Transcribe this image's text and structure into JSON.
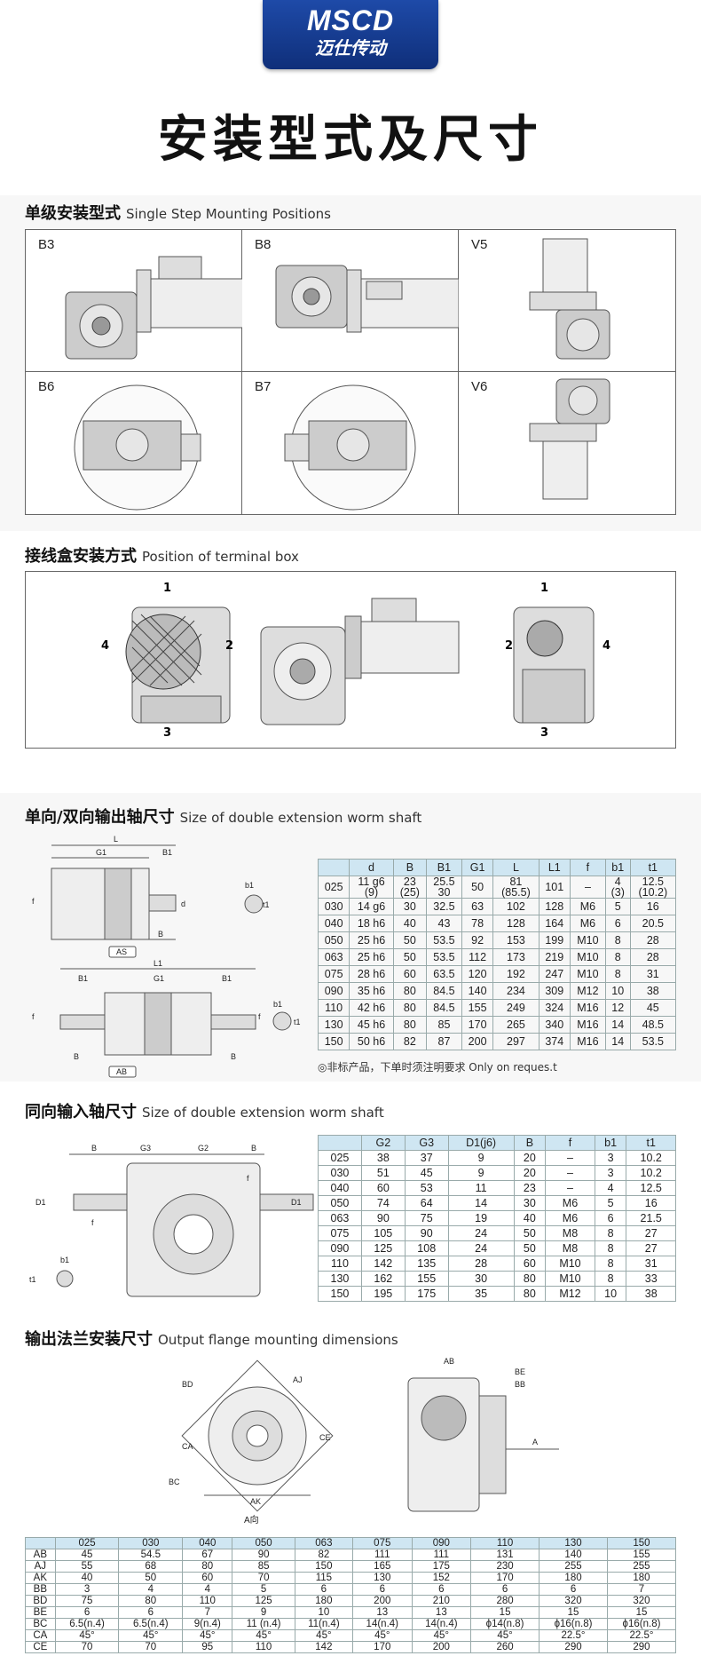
{
  "logo": {
    "en": "MSCD",
    "cn": "迈仕传动"
  },
  "title": "安装型式及尺寸",
  "sec1": {
    "cn": "单级安装型式",
    "en": "Single Step Mounting Positions",
    "cells": [
      "B3",
      "B8",
      "V5",
      "B6",
      "B7",
      "V6"
    ]
  },
  "sec2": {
    "cn": "接线盒安装方式",
    "en": "Position of terminal box",
    "left": {
      "top": "1",
      "right": "2",
      "bottom": "3",
      "left": "4"
    },
    "right": {
      "top": "1",
      "right": "4",
      "bottom": "3",
      "left": "2"
    }
  },
  "sec3": {
    "cn": "单向/双向输出轴尺寸",
    "en": "Size of double extension worm shaft",
    "headers": [
      "",
      "d",
      "B",
      "B1",
      "G1",
      "L",
      "L1",
      "f",
      "b1",
      "t1"
    ],
    "rows": [
      [
        "025",
        "11 g6\n(9)",
        "23\n(25)",
        "25.5\n30",
        "50",
        "81\n(85.5)",
        "101",
        "–",
        "4\n(3)",
        "12.5\n(10.2)"
      ],
      [
        "030",
        "14 g6",
        "30",
        "32.5",
        "63",
        "102",
        "128",
        "M6",
        "5",
        "16"
      ],
      [
        "040",
        "18 h6",
        "40",
        "43",
        "78",
        "128",
        "164",
        "M6",
        "6",
        "20.5"
      ],
      [
        "050",
        "25 h6",
        "50",
        "53.5",
        "92",
        "153",
        "199",
        "M10",
        "8",
        "28"
      ],
      [
        "063",
        "25 h6",
        "50",
        "53.5",
        "112",
        "173",
        "219",
        "M10",
        "8",
        "28"
      ],
      [
        "075",
        "28 h6",
        "60",
        "63.5",
        "120",
        "192",
        "247",
        "M10",
        "8",
        "31"
      ],
      [
        "090",
        "35 h6",
        "80",
        "84.5",
        "140",
        "234",
        "309",
        "M12",
        "10",
        "38"
      ],
      [
        "110",
        "42 h6",
        "80",
        "84.5",
        "155",
        "249",
        "324",
        "M16",
        "12",
        "45"
      ],
      [
        "130",
        "45 h6",
        "80",
        "85",
        "170",
        "265",
        "340",
        "M16",
        "14",
        "48.5"
      ],
      [
        "150",
        "50 h6",
        "82",
        "87",
        "200",
        "297",
        "374",
        "M16",
        "14",
        "53.5"
      ]
    ],
    "note": "◎非标产品，下单时须注明要求 Only on reques.t",
    "draw": {
      "L": "L",
      "G1": "G1",
      "B1": "B1",
      "B": "B",
      "d": "d",
      "b1": "b1",
      "t1": "t1",
      "f": "f",
      "AS": "AS",
      "L1": "L1",
      "AB": "AB"
    }
  },
  "sec4": {
    "cn": "同向输入轴尺寸",
    "en": "Size of double extension worm shaft",
    "headers": [
      "",
      "G2",
      "G3",
      "D1(j6)",
      "B",
      "f",
      "b1",
      "t1"
    ],
    "rows": [
      [
        "025",
        "38",
        "37",
        "9",
        "20",
        "–",
        "3",
        "10.2"
      ],
      [
        "030",
        "51",
        "45",
        "9",
        "20",
        "–",
        "3",
        "10.2"
      ],
      [
        "040",
        "60",
        "53",
        "11",
        "23",
        "–",
        "4",
        "12.5"
      ],
      [
        "050",
        "74",
        "64",
        "14",
        "30",
        "M6",
        "5",
        "16"
      ],
      [
        "063",
        "90",
        "75",
        "19",
        "40",
        "M6",
        "6",
        "21.5"
      ],
      [
        "075",
        "105",
        "90",
        "24",
        "50",
        "M8",
        "8",
        "27"
      ],
      [
        "090",
        "125",
        "108",
        "24",
        "50",
        "M8",
        "8",
        "27"
      ],
      [
        "110",
        "142",
        "135",
        "28",
        "60",
        "M10",
        "8",
        "31"
      ],
      [
        "130",
        "162",
        "155",
        "30",
        "80",
        "M10",
        "8",
        "33"
      ],
      [
        "150",
        "195",
        "175",
        "35",
        "80",
        "M12",
        "10",
        "38"
      ]
    ],
    "draw": {
      "B": "B",
      "G3": "G3",
      "G2": "G2",
      "D1": "D1",
      "f": "f",
      "b1": "b1",
      "t1": "t1"
    }
  },
  "sec5": {
    "cn": "输出法兰安装尺寸",
    "en": "Output flange mounting dimensions",
    "draw": {
      "BD": "BD",
      "AJ": "AJ",
      "CA": "CA",
      "CE": "CE",
      "BC": "BC",
      "AK": "AK",
      "Adir": "A向",
      "AB": "AB",
      "BE": "BE",
      "BB": "BB",
      "A": "A"
    },
    "headers": [
      "",
      "025",
      "030",
      "040",
      "050",
      "063",
      "075",
      "090",
      "110",
      "130",
      "150"
    ],
    "rows": [
      [
        "AB",
        "45",
        "54.5",
        "67",
        "90",
        "82",
        "111",
        "111",
        "131",
        "140",
        "155"
      ],
      [
        "AJ",
        "55",
        "68",
        "80",
        "85",
        "150",
        "165",
        "175",
        "230",
        "255",
        "255"
      ],
      [
        "AK",
        "40",
        "50",
        "60",
        "70",
        "115",
        "130",
        "152",
        "170",
        "180",
        "180"
      ],
      [
        "BB",
        "3",
        "4",
        "4",
        "5",
        "6",
        "6",
        "6",
        "6",
        "6",
        "7"
      ],
      [
        "BD",
        "75",
        "80",
        "110",
        "125",
        "180",
        "200",
        "210",
        "280",
        "320",
        "320"
      ],
      [
        "BE",
        "6",
        "6",
        "7",
        "9",
        "10",
        "13",
        "13",
        "15",
        "15",
        "15"
      ],
      [
        "BC",
        "6.5(n.4)",
        "6.5(n.4)",
        "9(n.4)",
        "11 (n.4)",
        "11(n.4)",
        "14(n.4)",
        "14(n.4)",
        "ϕ14(n.8)",
        "ϕ16(n.8)",
        "ϕ16(n.8)"
      ],
      [
        "CA",
        "45°",
        "45°",
        "45°",
        "45°",
        "45°",
        "45°",
        "45°",
        "45°",
        "22.5°",
        "22.5°"
      ],
      [
        "CE",
        "70",
        "70",
        "95",
        "110",
        "142",
        "170",
        "200",
        "260",
        "290",
        "290"
      ]
    ]
  }
}
